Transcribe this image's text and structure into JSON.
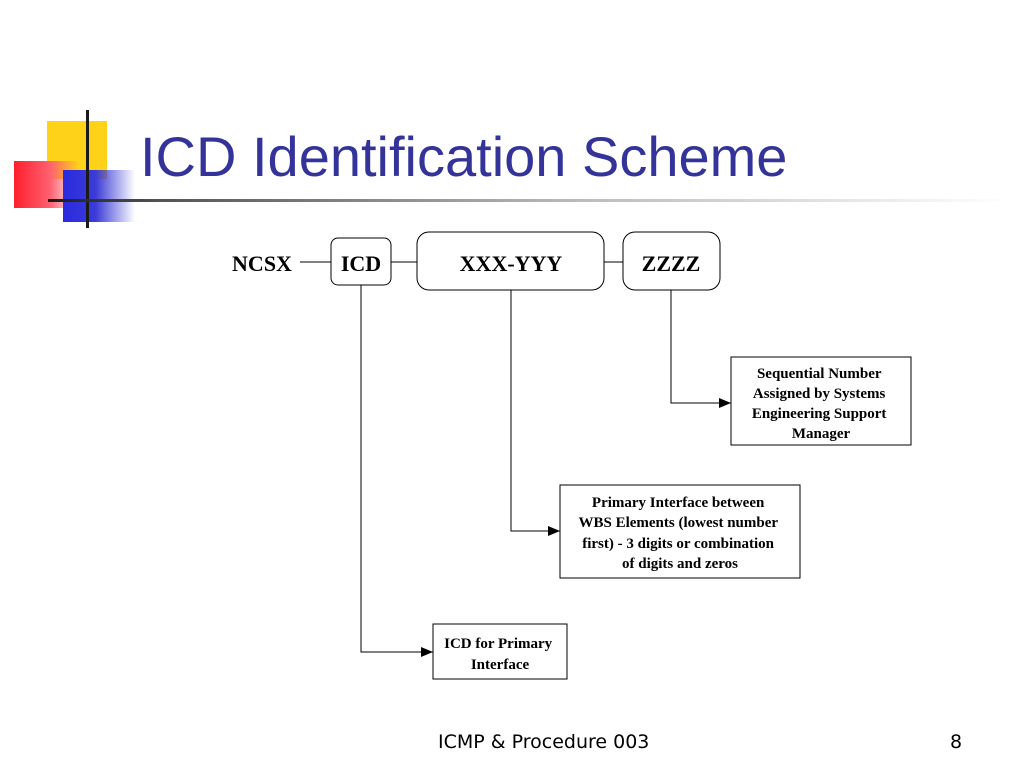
{
  "slide": {
    "title": "ICD Identification Scheme",
    "footer": "ICMP & Procedure 003",
    "page_number": "8"
  },
  "scheme": {
    "prefix": "NCSX",
    "segments": [
      "ICD",
      "XXX-YYY",
      "ZZZZ"
    ]
  },
  "descriptions": {
    "zzzz": [
      "Sequential Number",
      "Assigned by Systems",
      "Engineering Support",
      "Manager"
    ],
    "xxx_yyy": [
      "Primary Interface between",
      "WBS Elements (lowest number",
      "first) - 3 digits or combination",
      "of digits and zeros"
    ],
    "icd": [
      "ICD for Primary",
      "Interface"
    ]
  },
  "colors": {
    "title": "#333399",
    "deco_yellow": "#ffd21a",
    "deco_red": "#ff1f2d",
    "deco_blue": "#2a2ae0"
  }
}
